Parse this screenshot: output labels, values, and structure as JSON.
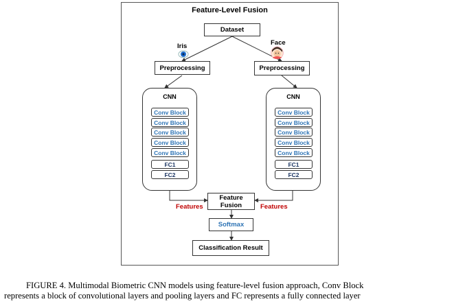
{
  "title": "Feature-Level Fusion",
  "dataset": "Dataset",
  "left": {
    "modality": "Iris",
    "preprocessing": "Preprocessing",
    "cnn": "CNN",
    "blocks": [
      "Conv Block",
      "Conv Block",
      "Conv Block",
      "Conv Block",
      "Conv Block"
    ],
    "fc": [
      "FC1",
      "FC2"
    ],
    "features": "Features"
  },
  "right": {
    "modality": "Face",
    "preprocessing": "Preprocessing",
    "cnn": "CNN",
    "blocks": [
      "Conv Block",
      "Conv Block",
      "Conv Block",
      "Conv Block",
      "Conv Block"
    ],
    "fc": [
      "FC1",
      "FC2"
    ],
    "features": "Features"
  },
  "fusion": "Feature Fusion",
  "softmax": "Softmax",
  "result": "Classification Result",
  "caption": {
    "line1": "FIGURE 4. Multimodal Biometric CNN models using feature-level fusion approach, Conv Block",
    "line2": "represents a block of convolutional layers and pooling layers and FC represents a fully connected layer"
  },
  "colors": {
    "block_text": "#2e74b5",
    "fc_text": "#1f3864",
    "features_text": "#c00000",
    "iris_blue": "#1e6fd0",
    "face_skin": "#f2c49b"
  },
  "icons": {
    "iris": "eye-icon",
    "face": "face-avatar-icon"
  }
}
